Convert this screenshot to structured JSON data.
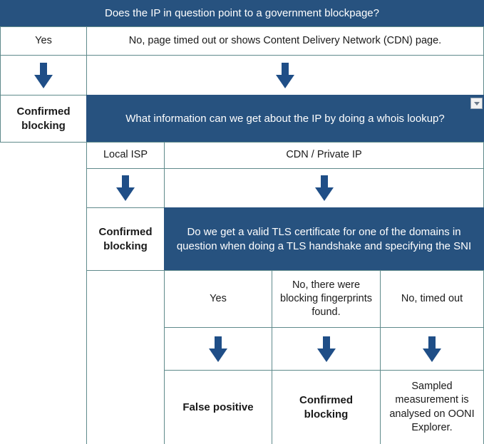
{
  "chart_data": {
    "type": "diagram",
    "title": "Does the IP in question point to a government blockpage?",
    "description": "Decision flowchart for classifying IP-based blocking measurements"
  },
  "colors": {
    "banner_blue": "#27527f",
    "arrow_blue": "#1f4e87",
    "grid_border": "#5f8a8b",
    "text_dark": "#1a1a1a",
    "text_light": "#ffffff"
  },
  "q1": {
    "question": "Does the IP in question point to a government blockpage?",
    "answer_yes": "Yes",
    "answer_no": "No, page timed out or shows Content Delivery Network (CDN) page.",
    "outcome_yes": "Confirmed blocking"
  },
  "q2": {
    "question": "What information can we get about the IP by doing a whois lookup?",
    "answer_local_isp": "Local ISP",
    "answer_cdn": "CDN / Private IP",
    "outcome_local_isp": "Confirmed blocking"
  },
  "q3": {
    "question": "Do we get a valid TLS certificate for one of the domains in question when doing a TLS handshake and specifying the SNI",
    "answers": [
      "Yes",
      "No, there were blocking fingerprints found.",
      "No, timed out"
    ],
    "outcomes": [
      "False positive",
      "Confirmed blocking",
      "Sampled measurement is analysed on OONI Explorer."
    ]
  },
  "icons": {
    "arrow_down": "arrow-down-icon",
    "dropdown_caret": "chevron-down-icon"
  }
}
